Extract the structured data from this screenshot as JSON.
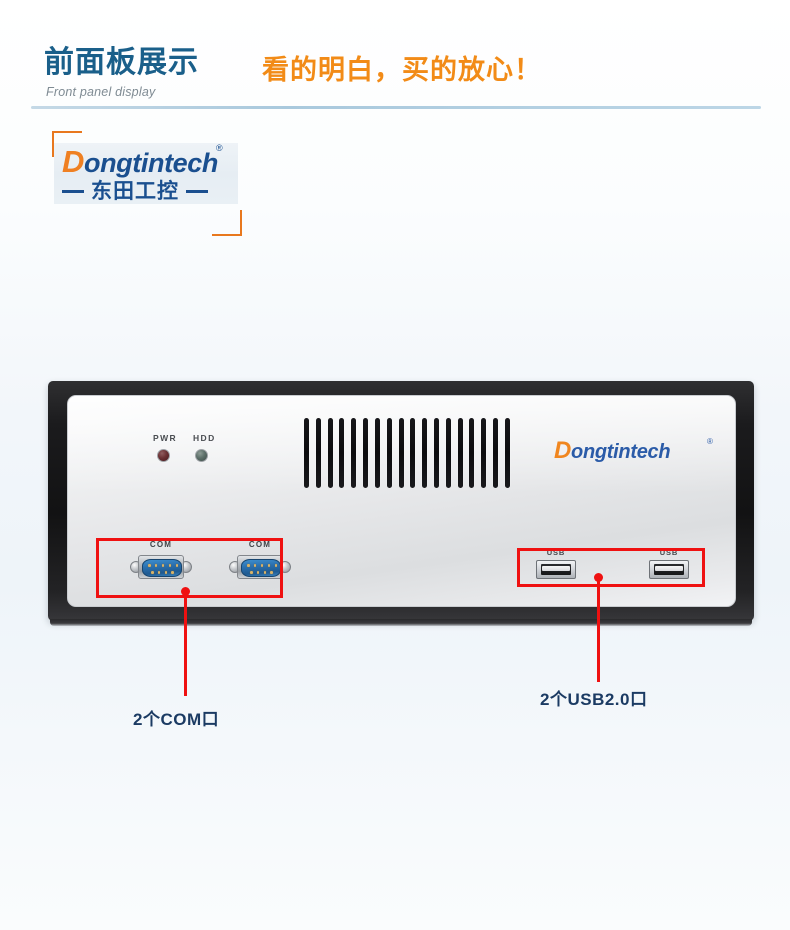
{
  "header": {
    "title_cn": "前面板展示",
    "title_en": "Front panel display",
    "slogan": "看的明白，买的放心！",
    "title_color": "#1a5f8a",
    "slogan_color": "#f28b17",
    "rule_color": "#b4d0e2"
  },
  "logo": {
    "initial": "D",
    "wordmark": "ongtintech",
    "registered": "®",
    "chinese": "东田工控",
    "bracket_color": "#e8781e",
    "brand_blue": "#1a4f8f",
    "brand_orange": "#ef8022",
    "background": "#e9eff4"
  },
  "device": {
    "panel_brand": {
      "initial": "D",
      "wordmark": "ongtintech",
      "registered": "®",
      "color_text": "#2b5ba8",
      "color_initial": "#f0861f"
    },
    "leds": [
      {
        "label": "PWR",
        "name": "power-led",
        "color": "#6b3134"
      },
      {
        "label": "HDD",
        "name": "hdd-led",
        "color": "#5d706a"
      }
    ],
    "vent_slot_count": 18,
    "com_ports": [
      {
        "label": "COM"
      },
      {
        "label": "COM"
      }
    ],
    "usb_ports": [
      {
        "label": "USB"
      },
      {
        "label": "USB"
      }
    ],
    "chassis_color": "#17171a",
    "panel_color": "#e6e7e9"
  },
  "callouts": [
    {
      "name": "com-callout",
      "text": "2个COM口",
      "highlight_color": "#ef1111",
      "text_color": "#1b3b63"
    },
    {
      "name": "usb-callout",
      "text": "2个USB2.0口",
      "highlight_color": "#ef1111",
      "text_color": "#1b3b63"
    }
  ]
}
